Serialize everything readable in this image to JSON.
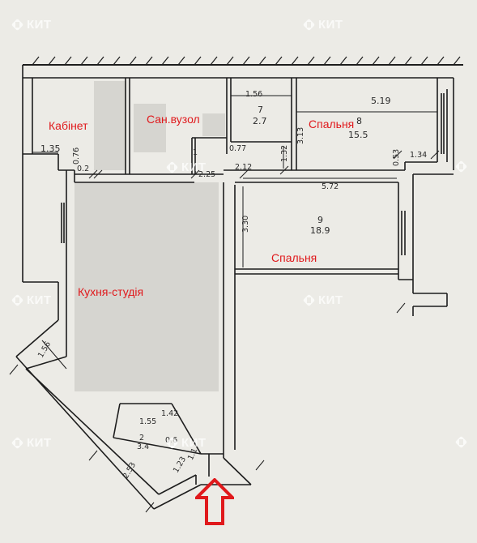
{
  "rooms": {
    "kabinet": "Кабінет",
    "sanvuzol": "Сан.вузол",
    "spalnia1": "Спальня",
    "spalnia2": "Спальня",
    "kukhnia": "Кухня-студія"
  },
  "dimensions": {
    "d_156_top": "1.56",
    "d_519": "5.19",
    "d_7": "7",
    "d_27": "2.7",
    "d_8": "8",
    "d_155": "15.5",
    "d_313": "3.13",
    "d_135": "1.35",
    "d_076": "0.76",
    "d_02": "0.2",
    "d_077": "0.77",
    "d_1": "1",
    "d_132": "1.32",
    "d_053": "0.53",
    "d_134": "1.34",
    "d_225": "2.25",
    "d_212": "2.12",
    "d_572": "5.72",
    "d_330": "3.30",
    "d_9": "9",
    "d_189": "18.9",
    "d_156_left": "1.56",
    "d_142": "1.42",
    "d_155b": "1.55",
    "d_2": "2",
    "d_34": "3.4",
    "d_253": "2.53",
    "d_123": "1.23",
    "d_06": "0.6",
    "d_11": "1.1"
  },
  "watermark": {
    "text": "КИТ"
  },
  "colors": {
    "label": "#e0191c",
    "wall": "#1d1d1d",
    "blur": "#d2d1cc",
    "arrow": "#e0191c"
  }
}
